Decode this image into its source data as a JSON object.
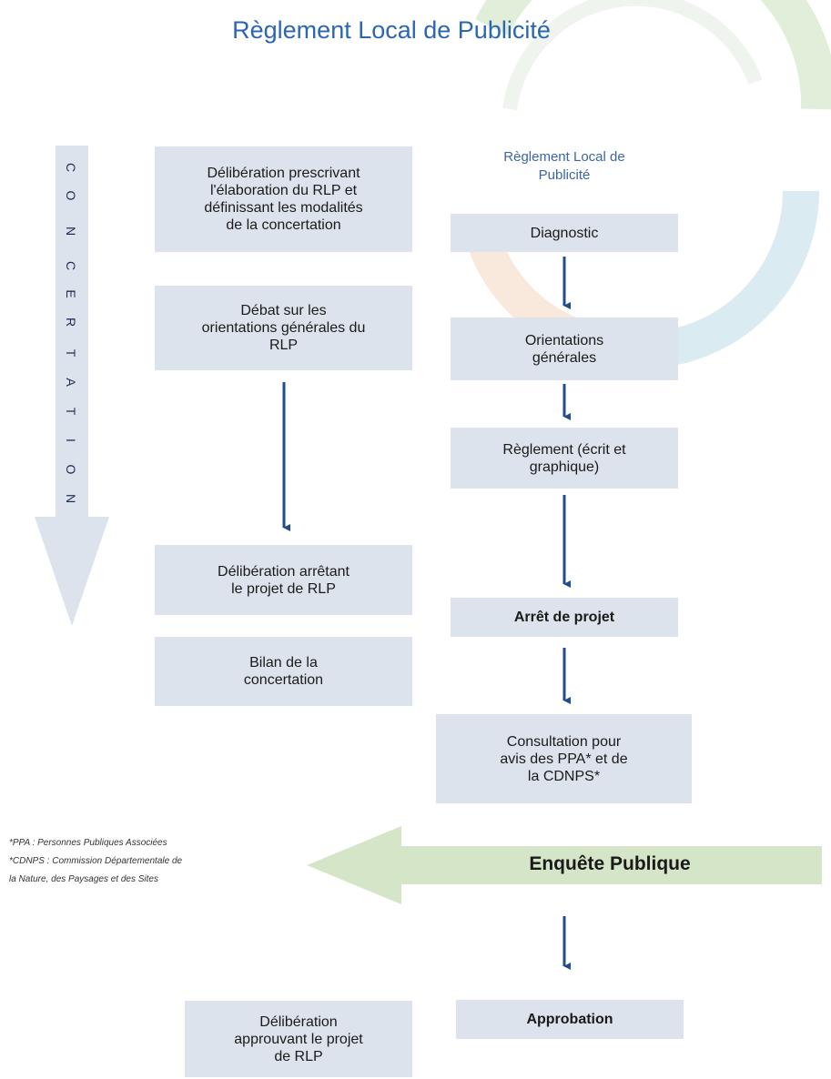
{
  "title": "Règlement Local de Publicité",
  "right_column_title": "Règlement Local de\nPublicité",
  "concertation_letters": [
    "C",
    "O",
    "N",
    "C",
    "E",
    "R",
    "T",
    "A",
    "T",
    "I",
    "O",
    "N"
  ],
  "left_boxes": {
    "deliberation_prescrivant": "Délibération prescrivant\nl'élaboration du RLP et\ndéfinissant les modalités\nde la concertation",
    "debat": "Débat sur les\norientations générales du\nRLP",
    "deliberation_arretant": "Délibération arrêtant\nle projet de RLP",
    "bilan": "Bilan de la\nconcertation",
    "deliberation_approuvant": "Délibération\napprouvant le projet\nde RLP"
  },
  "right_boxes": {
    "diagnostic": "Diagnostic",
    "orientations": "Orientations\ngénérales",
    "reglement": "Règlement (écrit et\ngraphique)",
    "arret": "Arrêt de projet",
    "consultation": "Consultation pour\navis des PPA* et de\nla CDNPS*",
    "approbation": "Approbation"
  },
  "enquete_publique": "Enquête Publique",
  "footnotes": {
    "ppa": "*PPA : Personnes Publiques Associées",
    "cdnps_1": "*CDNPS : Commission Départementale de",
    "cdnps_2": "la Nature, des Paysages et des Sites"
  },
  "colors": {
    "title": "#2b67b1",
    "box_fill": "#dde3ec",
    "arrow": "#1f4e8c",
    "concertation_arrow": "#dde3ec",
    "enquete_arrow": "#d5e6c8"
  }
}
